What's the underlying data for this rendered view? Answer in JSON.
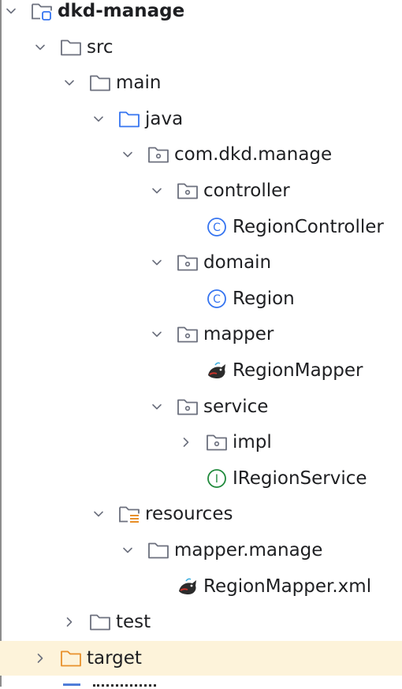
{
  "colors": {
    "folder_stroke": "#6c707e",
    "source_folder": "#3574f0",
    "class_icon": "#3574f0",
    "interface_icon": "#208a3c",
    "excluded_folder": "#e8902a",
    "selected_row": "#fdf3da",
    "resources_lines": "#e8902a"
  },
  "tree": [
    {
      "label": "dkd-manage",
      "icon": "module-folder-icon",
      "expanded": true,
      "depth": 0,
      "bold": true
    },
    {
      "label": "src",
      "icon": "folder-icon",
      "expanded": true,
      "depth": 1
    },
    {
      "label": "main",
      "icon": "folder-icon",
      "expanded": true,
      "depth": 2
    },
    {
      "label": "java",
      "icon": "source-folder-icon",
      "expanded": true,
      "depth": 3
    },
    {
      "label": "com.dkd.manage",
      "icon": "package-icon",
      "expanded": true,
      "depth": 4
    },
    {
      "label": "controller",
      "icon": "package-icon",
      "expanded": true,
      "depth": 5
    },
    {
      "label": "RegionController",
      "icon": "class-icon",
      "expanded": null,
      "depth": 6
    },
    {
      "label": "domain",
      "icon": "package-icon",
      "expanded": true,
      "depth": 5
    },
    {
      "label": "Region",
      "icon": "class-icon",
      "expanded": null,
      "depth": 6
    },
    {
      "label": "mapper",
      "icon": "package-icon",
      "expanded": true,
      "depth": 5
    },
    {
      "label": "RegionMapper",
      "icon": "mybatis-icon",
      "expanded": null,
      "depth": 6
    },
    {
      "label": "service",
      "icon": "package-icon",
      "expanded": true,
      "depth": 5
    },
    {
      "label": "impl",
      "icon": "package-icon",
      "expanded": false,
      "depth": 6
    },
    {
      "label": "IRegionService",
      "icon": "interface-icon",
      "expanded": null,
      "depth": 6
    },
    {
      "label": "resources",
      "icon": "resources-folder-icon",
      "expanded": true,
      "depth": 3
    },
    {
      "label": "mapper.manage",
      "icon": "folder-icon",
      "expanded": true,
      "depth": 4
    },
    {
      "label": "RegionMapper.xml",
      "icon": "mybatis-icon",
      "expanded": null,
      "depth": 5
    },
    {
      "label": "test",
      "icon": "folder-icon",
      "expanded": false,
      "depth": 2
    },
    {
      "label": "target",
      "icon": "excluded-folder-icon",
      "expanded": false,
      "depth": 1,
      "selected": true
    }
  ]
}
